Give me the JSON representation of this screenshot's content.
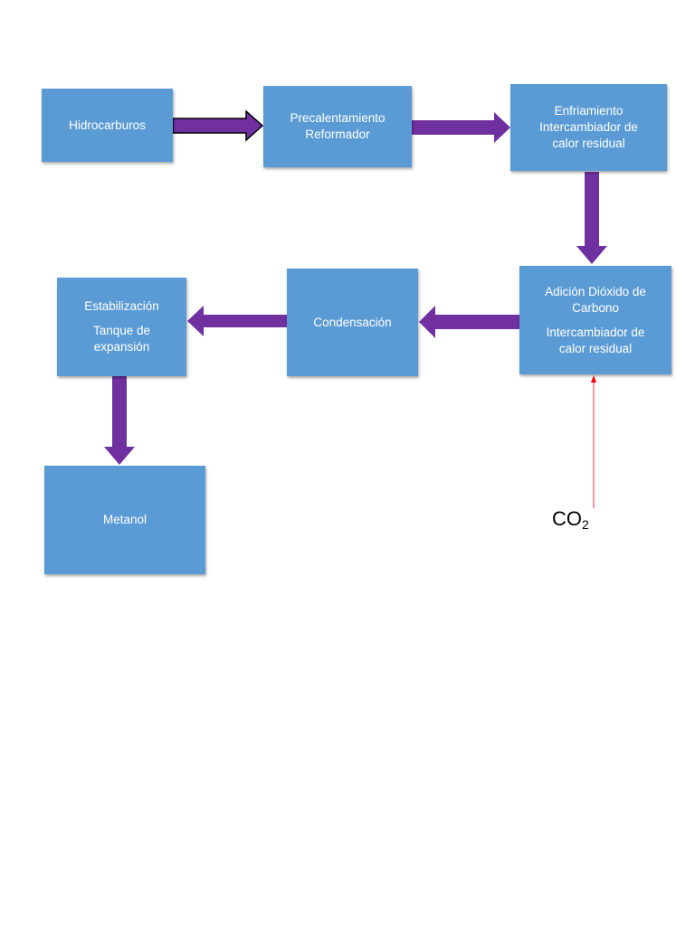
{
  "diagram": {
    "nodes": {
      "hidrocarburos": {
        "lines": [
          "Hidrocarburos"
        ]
      },
      "precalentamiento": {
        "lines": [
          "Precalentamiento",
          "Reformador"
        ]
      },
      "enfriamiento": {
        "lines": [
          "Enfriamiento",
          "Intercambiador de",
          "calor residual"
        ]
      },
      "adicion": {
        "lines_a": [
          "Adición Dióxido de",
          "Carbono"
        ],
        "lines_b": [
          "Intercambiador de",
          "calor residual"
        ]
      },
      "condensacion": {
        "lines": [
          "Condensación"
        ]
      },
      "estabilizacion": {
        "lines_a": [
          "Estabilización"
        ],
        "lines_b": [
          "Tanque de",
          "expansión"
        ]
      },
      "metanol": {
        "lines": [
          "Metanol"
        ]
      }
    },
    "input_label": {
      "main": "CO",
      "subscript": "2"
    },
    "colors": {
      "box_fill": "#5b9bd5",
      "arrow_fill": "#7030a0",
      "co2_line": "#ff0000"
    }
  }
}
